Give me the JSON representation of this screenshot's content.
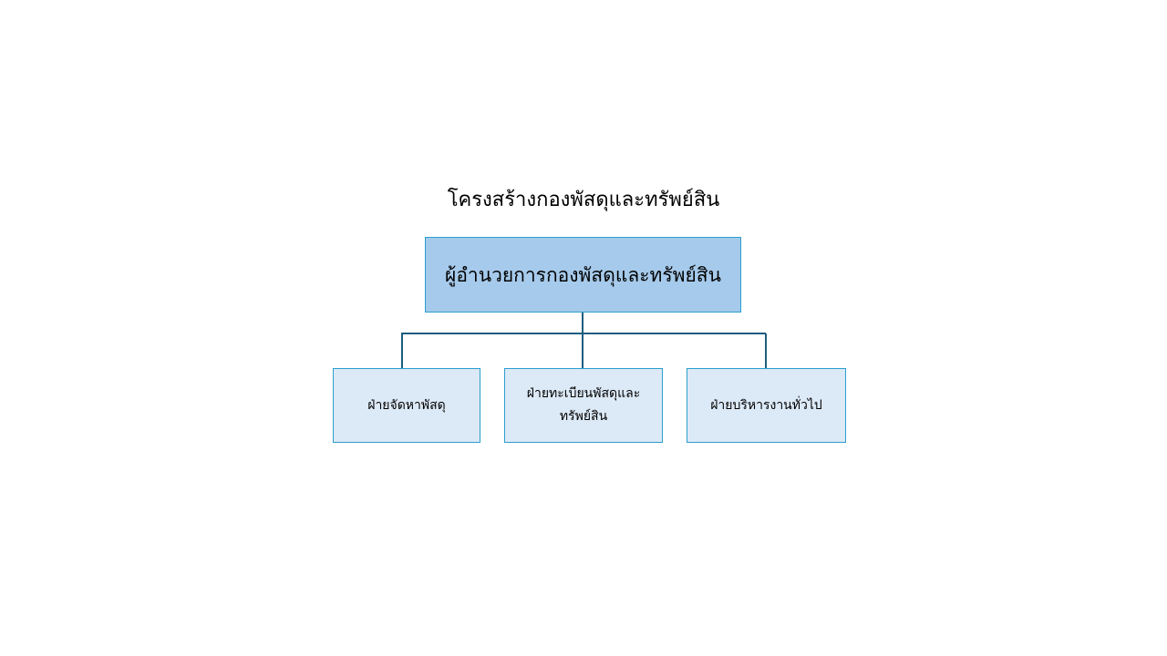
{
  "title": "โครงสร้างกองพัสดุและทรัพย์สิน",
  "root": {
    "label": "ผู้อำนวยการกองพัสดุและทรัพย์สิน"
  },
  "children": [
    {
      "label": "ฝ่ายจัดหาพัสดุ"
    },
    {
      "label": "ฝ่ายทะเบียนพัสดุและทรัพย์สิน"
    },
    {
      "label": "ฝ่ายบริหารงานทั่วไป"
    }
  ],
  "colors": {
    "root_fill": "#a6caeb",
    "child_fill": "#dce9f6",
    "box_border": "#2a9fcf",
    "connector": "#1d5d7e"
  }
}
